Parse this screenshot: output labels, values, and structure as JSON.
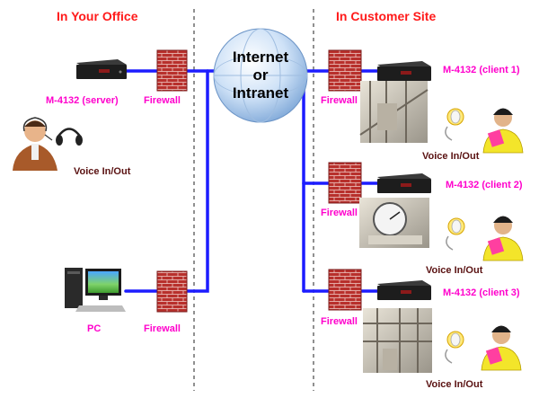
{
  "headers": {
    "office": "In Your Office",
    "customer": "In Customer Site"
  },
  "cloud": {
    "line1": "Internet",
    "line2": "or",
    "line3": "Intranet"
  },
  "office": {
    "server_label": "M-4132 (server)",
    "voice_label": "Voice In/Out",
    "pc_label": "PC",
    "firewall_top": "Firewall",
    "firewall_bottom": "Firewall"
  },
  "customer": {
    "sites": [
      {
        "device": "M-4132 (client 1)",
        "firewall": "Firewall",
        "voice": "Voice In/Out"
      },
      {
        "device": "M-4132 (client 2)",
        "firewall": "Firewall",
        "voice": "Voice In/Out"
      },
      {
        "device": "M-4132 (client 3)",
        "firewall": "Firewall",
        "voice": "Voice In/Out"
      }
    ]
  },
  "colors": {
    "link": "#1c1cff",
    "header": "#ff1a1a",
    "label": "#ff00cc",
    "voice_label": "#5a1212",
    "brick": "#b02a2a",
    "divider": "#555555"
  }
}
